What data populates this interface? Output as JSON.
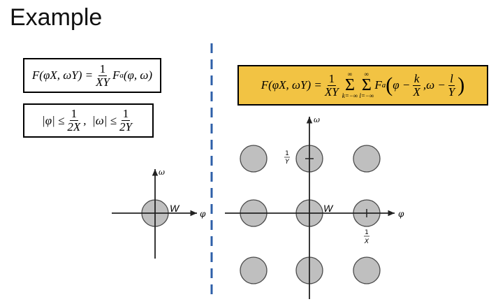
{
  "title": "Example",
  "eq_left": {
    "lhs": "F(φX, ωY) =",
    "num": "1",
    "den": "XY",
    "rhs_f": "F",
    "rhs_sub": "a",
    "rhs_args": "(φ, ω)"
  },
  "eq_bounds": {
    "phi_part": "|φ| ≤",
    "phi_num": "1",
    "phi_den": "2X",
    "sep": ",",
    "omega_part": "|ω| ≤",
    "omega_num": "1",
    "omega_den": "2Y"
  },
  "eq_right": {
    "lhs": "F(φX, ωY) =",
    "num": "1",
    "den": "XY",
    "sum1_top": "∞",
    "sum1_bot": "k=−∞",
    "sum2_top": "∞",
    "sum2_bot": "l=−∞",
    "f": "F",
    "f_sub": "a",
    "arg_phi": "φ −",
    "k_num": "k",
    "k_den": "X",
    "arg_omega": ",ω −",
    "l_num": "l",
    "l_den": "Y"
  },
  "left_plot": {
    "x_label": "φ",
    "y_label": "ω",
    "w_label": "W"
  },
  "right_plot": {
    "x_label": "φ",
    "y_label": "ω",
    "w_label": "W",
    "y_tick_num": "1",
    "y_tick_den": "Y",
    "x_tick_num": "1",
    "x_tick_den": "X"
  },
  "colors": {
    "circle_fill": "#bfbfbf",
    "circle_stroke": "#4a4a4a",
    "divider": "#2e5fa8",
    "highlight_box": "#f2c343"
  }
}
